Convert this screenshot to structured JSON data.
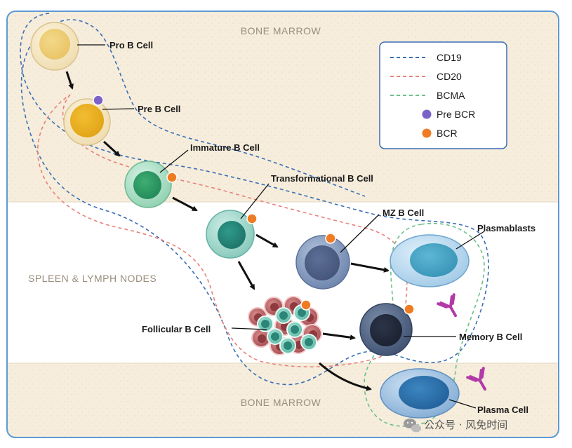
{
  "regions": {
    "bone_marrow_top": "BONE MARROW",
    "spleen": "SPLEEN & LYMPH NODES",
    "bone_marrow_bottom": "BONE MARROW"
  },
  "cells": {
    "pro_b": "Pro B Cell",
    "pre_b": "Pre B Cell",
    "immature_b": "Immature B Cell",
    "transformational_b": "Transformational B Cell",
    "mz_b": "MZ B Cell",
    "plasmablasts": "Plasmablasts",
    "follicular_b": "Follicular B Cell",
    "memory_b": "Memory B Cell",
    "plasma_cell": "Plasma Cell"
  },
  "legend": {
    "items": [
      {
        "label": "CD19",
        "color": "#3a6fb5",
        "kind": "dash"
      },
      {
        "label": "CD20",
        "color": "#e8837a",
        "kind": "dash"
      },
      {
        "label": "BCMA",
        "color": "#6cc08a",
        "kind": "dash"
      },
      {
        "label": "Pre BCR",
        "color": "#7b62c9",
        "kind": "dot"
      },
      {
        "label": "BCR",
        "color": "#ef7b22",
        "kind": "dot"
      }
    ]
  },
  "watermark": {
    "text": "公众号 · 风免时间",
    "icon": "wechat-icon"
  },
  "colors": {
    "border": "#5c9ad6",
    "sand": "#f6eddc",
    "antibody": "#b23aa8"
  }
}
